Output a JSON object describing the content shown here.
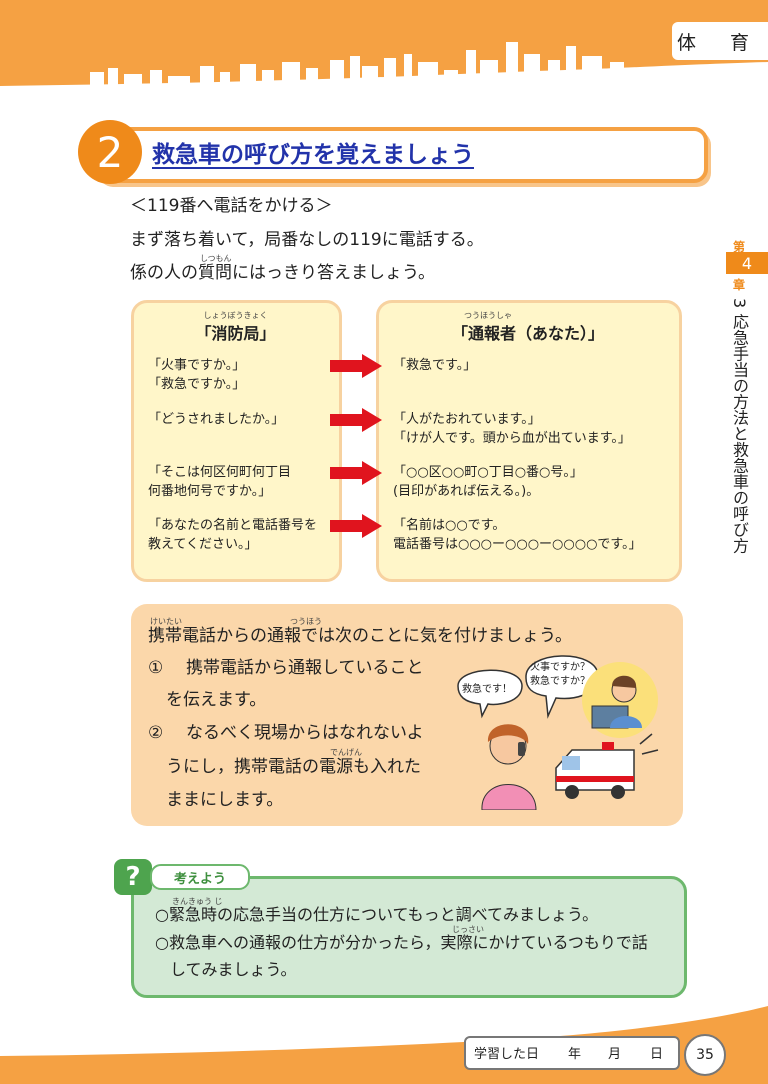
{
  "header": {
    "subject": "体 育"
  },
  "section": {
    "number": "2",
    "title": "救急車の呼び方を覚えましょう",
    "subheading": "＜119番へ電話をかける＞",
    "line1": "まず落ち着いて，局番なしの119に電話する。",
    "line2_pre": "係の人の",
    "line2_kanji": "質問",
    "line2_ruby": "しつもん",
    "line2_post": "にはっきり答えましょう。"
  },
  "side": {
    "chapter_top": "第",
    "chapter_num": "4",
    "chapter_bottom": "章",
    "title": "3 応急手当の方法と救急車の呼び方"
  },
  "dialog": {
    "left_ruby": "しょうぼうきょく",
    "left_head": "「消防局」",
    "right_ruby": "つうほうしゃ",
    "right_head": "「通報者（あなた）」",
    "rows": [
      {
        "left1": "「火事ですか。」",
        "left2": "「救急ですか。」",
        "right1": "「救急です。」",
        "right2": ""
      },
      {
        "left1": "「どうされましたか。」",
        "left2": "",
        "right1": "「人がたおれています。」",
        "right2": "「けが人です。頭から血が出ています。」"
      },
      {
        "left1": "「そこは何区何町何丁目",
        "left2": "何番地何号ですか。」",
        "right1": "「○○区○○町○丁目○番○号。」",
        "right2": "(目印があれば伝える。)。"
      },
      {
        "left1": "「あなたの名前と電話番号を",
        "left2": "教えてください。」",
        "right1": "「名前は○○です。",
        "right2": "電話番号は○○○ー○○○ー○○○○です。」"
      }
    ]
  },
  "mobile": {
    "intro_ruby1": "けいたい",
    "intro_ruby2": "つうほう",
    "intro": "携帯電話からの通報では次のことに気を付けましょう。",
    "item1_num": "①",
    "item1_a": "携帯電話から通報していること",
    "item1_b": "を伝えます。",
    "item2_num": "②",
    "item2_a": "なるべく現場からはなれないよ",
    "item2_b": "うにし，携帯電話の電源も入れた",
    "item2_b_ruby": "でんげん",
    "item2_c": "ままにします。",
    "bubble_woman": "救急です！",
    "bubble_operator1": "火事ですか？",
    "bubble_operator2": "救急ですか？"
  },
  "think": {
    "icon": "?",
    "label": "考えよう",
    "ruby1": "きんきゅう じ",
    "line1": "○緊急時の応急手当の仕方についてもっと調べてみましょう。",
    "ruby2": "じっさい",
    "line2": "○救急車への通報の仕方が分かったら，実際にかけているつもりで話",
    "line3": "してみましょう。"
  },
  "footer": {
    "study_label": "学習した日",
    "year": "年",
    "month": "月",
    "day": "日",
    "page": "35"
  },
  "colors": {
    "orange": "#f5a143",
    "orange_dark": "#ef8a1a",
    "title_blue": "#2233aa",
    "green": "#6db86d",
    "arrow_red": "#e0141e"
  }
}
